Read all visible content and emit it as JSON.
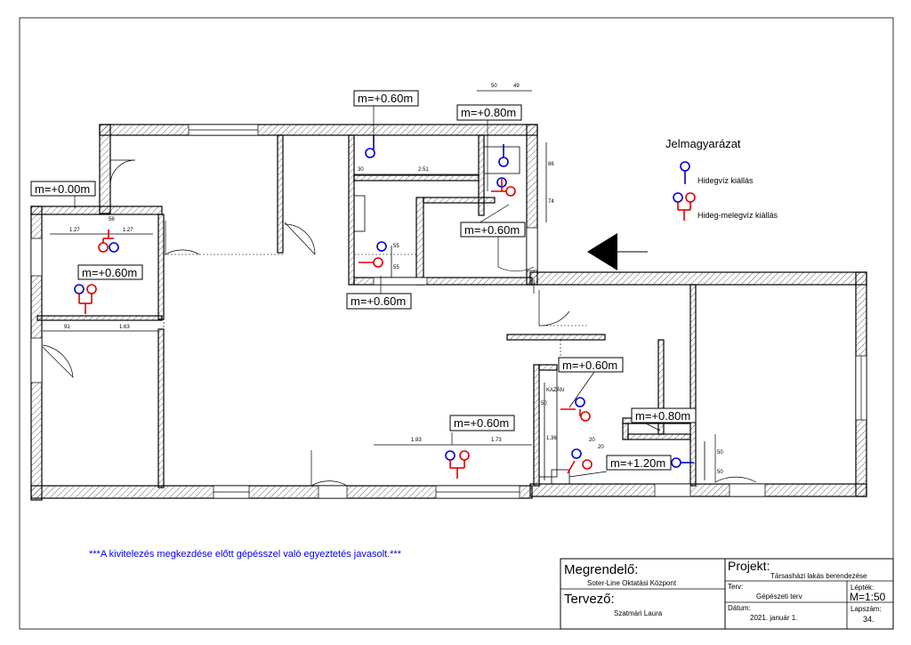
{
  "legend": {
    "title": "Jelmagyarázat",
    "cold_label": "Hidegvíz kiállás",
    "hotcold_label": "Hideg-melegvíz kiállás"
  },
  "height_tags": {
    "t1": "m=+0.60m",
    "t2": "m=+0.80m",
    "t3": "m=+0.00m",
    "t4": "m=+0.60m",
    "t5": "m=+0.60m",
    "t6": "m=+0.60m",
    "t7": "m=+0.60m",
    "t8": "m=+0.60m",
    "t9": "m=+0.80m",
    "t10": "m=+1.20m"
  },
  "dimensions": {
    "d50a": "50",
    "d49": "49",
    "d30": "30",
    "d251": "2.51",
    "d86": "86",
    "d74": "74",
    "d127a": "1.27",
    "d127b": "1.27",
    "d91": "91",
    "d163": "1.63",
    "d55a": "55",
    "d55b": "55",
    "d193": "1.93",
    "d173": "1.73",
    "d136": "1.36",
    "d50b": "50",
    "d50c": "50",
    "d50d": "50",
    "d20a": "20",
    "d20b": "20",
    "d56": "56",
    "kazan": "KAZÁN"
  },
  "note": "***A kivitelezés megkezdése előtt gépésszel való egyeztetés javasolt.***",
  "title_block": {
    "client_label": "Megrendelő:",
    "client": "Soter-Line Oktatási Központ",
    "designer_label": "Tervező:",
    "designer": "Szatmári Laura",
    "project_label": "Projekt:",
    "project": "Társasházi lakás berendezése",
    "plan_label": "Terv:",
    "plan": "Gépészeti terv",
    "date_label": "Dátum:",
    "date": "2021. január 1.",
    "scale_label": "Lépték:",
    "scale": "M=1:50",
    "sheet_label": "Lapszám:",
    "sheet": "34."
  },
  "colors": {
    "cold": "#0000cc",
    "hot": "#dd0000",
    "note": "#0000ee"
  }
}
